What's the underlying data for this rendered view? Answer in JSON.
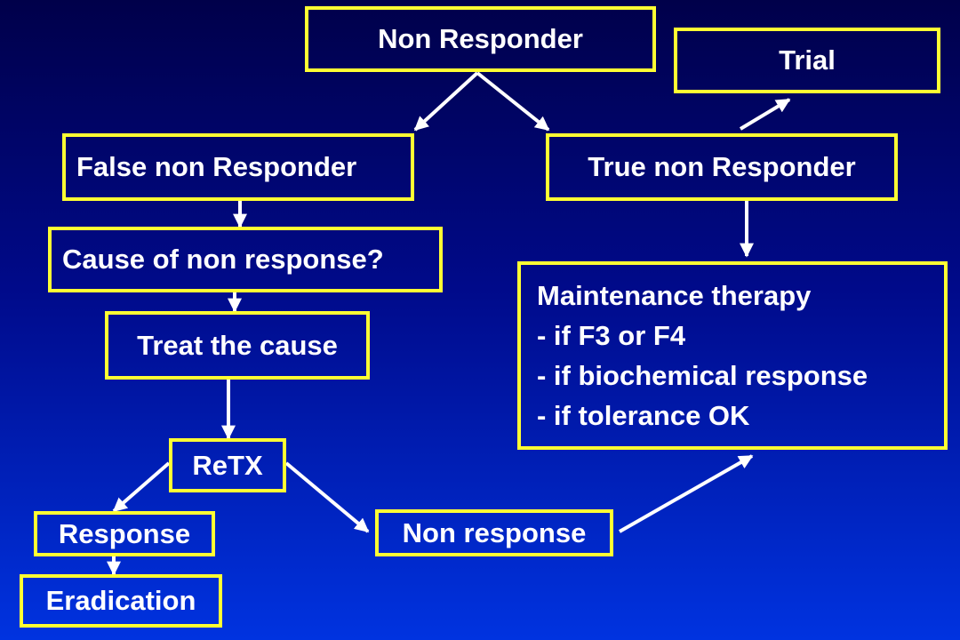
{
  "nodes": {
    "non_responder": "Non Responder",
    "trial": "Trial",
    "false_non_responder": "False non Responder",
    "true_non_responder": "True non Responder",
    "cause": "Cause of non response?",
    "treat_cause": "Treat the cause",
    "maintenance": {
      "title": "Maintenance therapy",
      "items": [
        "- if F3 or F4",
        "- if biochemical response",
        "- if tolerance OK"
      ]
    },
    "retx": "ReTX",
    "response": "Response",
    "non_response": "Non response",
    "eradication": "Eradication"
  },
  "colors": {
    "box_border": "#ffff33",
    "text": "#ffffff",
    "arrow": "#ffffff"
  }
}
